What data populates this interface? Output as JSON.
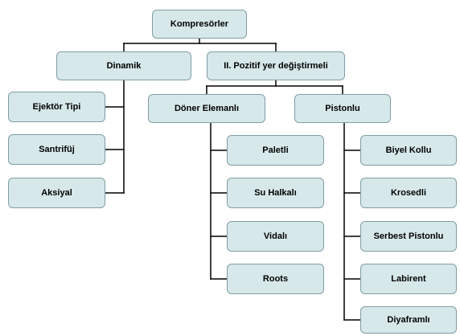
{
  "diagram": {
    "root": "Kompresörler",
    "branches": {
      "dinamik": {
        "label": "Dinamik",
        "children": [
          "Ejektör Tipi",
          "Santrifüj",
          "Aksiyal"
        ]
      },
      "pozitif": {
        "label": "II.  Pozitif yer değiştirmeli",
        "doner": {
          "label": "Döner Elemanlı",
          "children": [
            "Paletli",
            "Su Halkalı",
            "Vidalı",
            "Roots"
          ]
        },
        "pistonlu": {
          "label": "Pistonlu",
          "children": [
            "Biyel Kollu",
            "Krosedli",
            "Serbest Pistonlu",
            "Labirent",
            "Diyaframlı"
          ]
        }
      }
    },
    "colors": {
      "box_fill": "#d7e8ea",
      "box_border": "#7f9ea3",
      "connector": "#000000"
    }
  }
}
